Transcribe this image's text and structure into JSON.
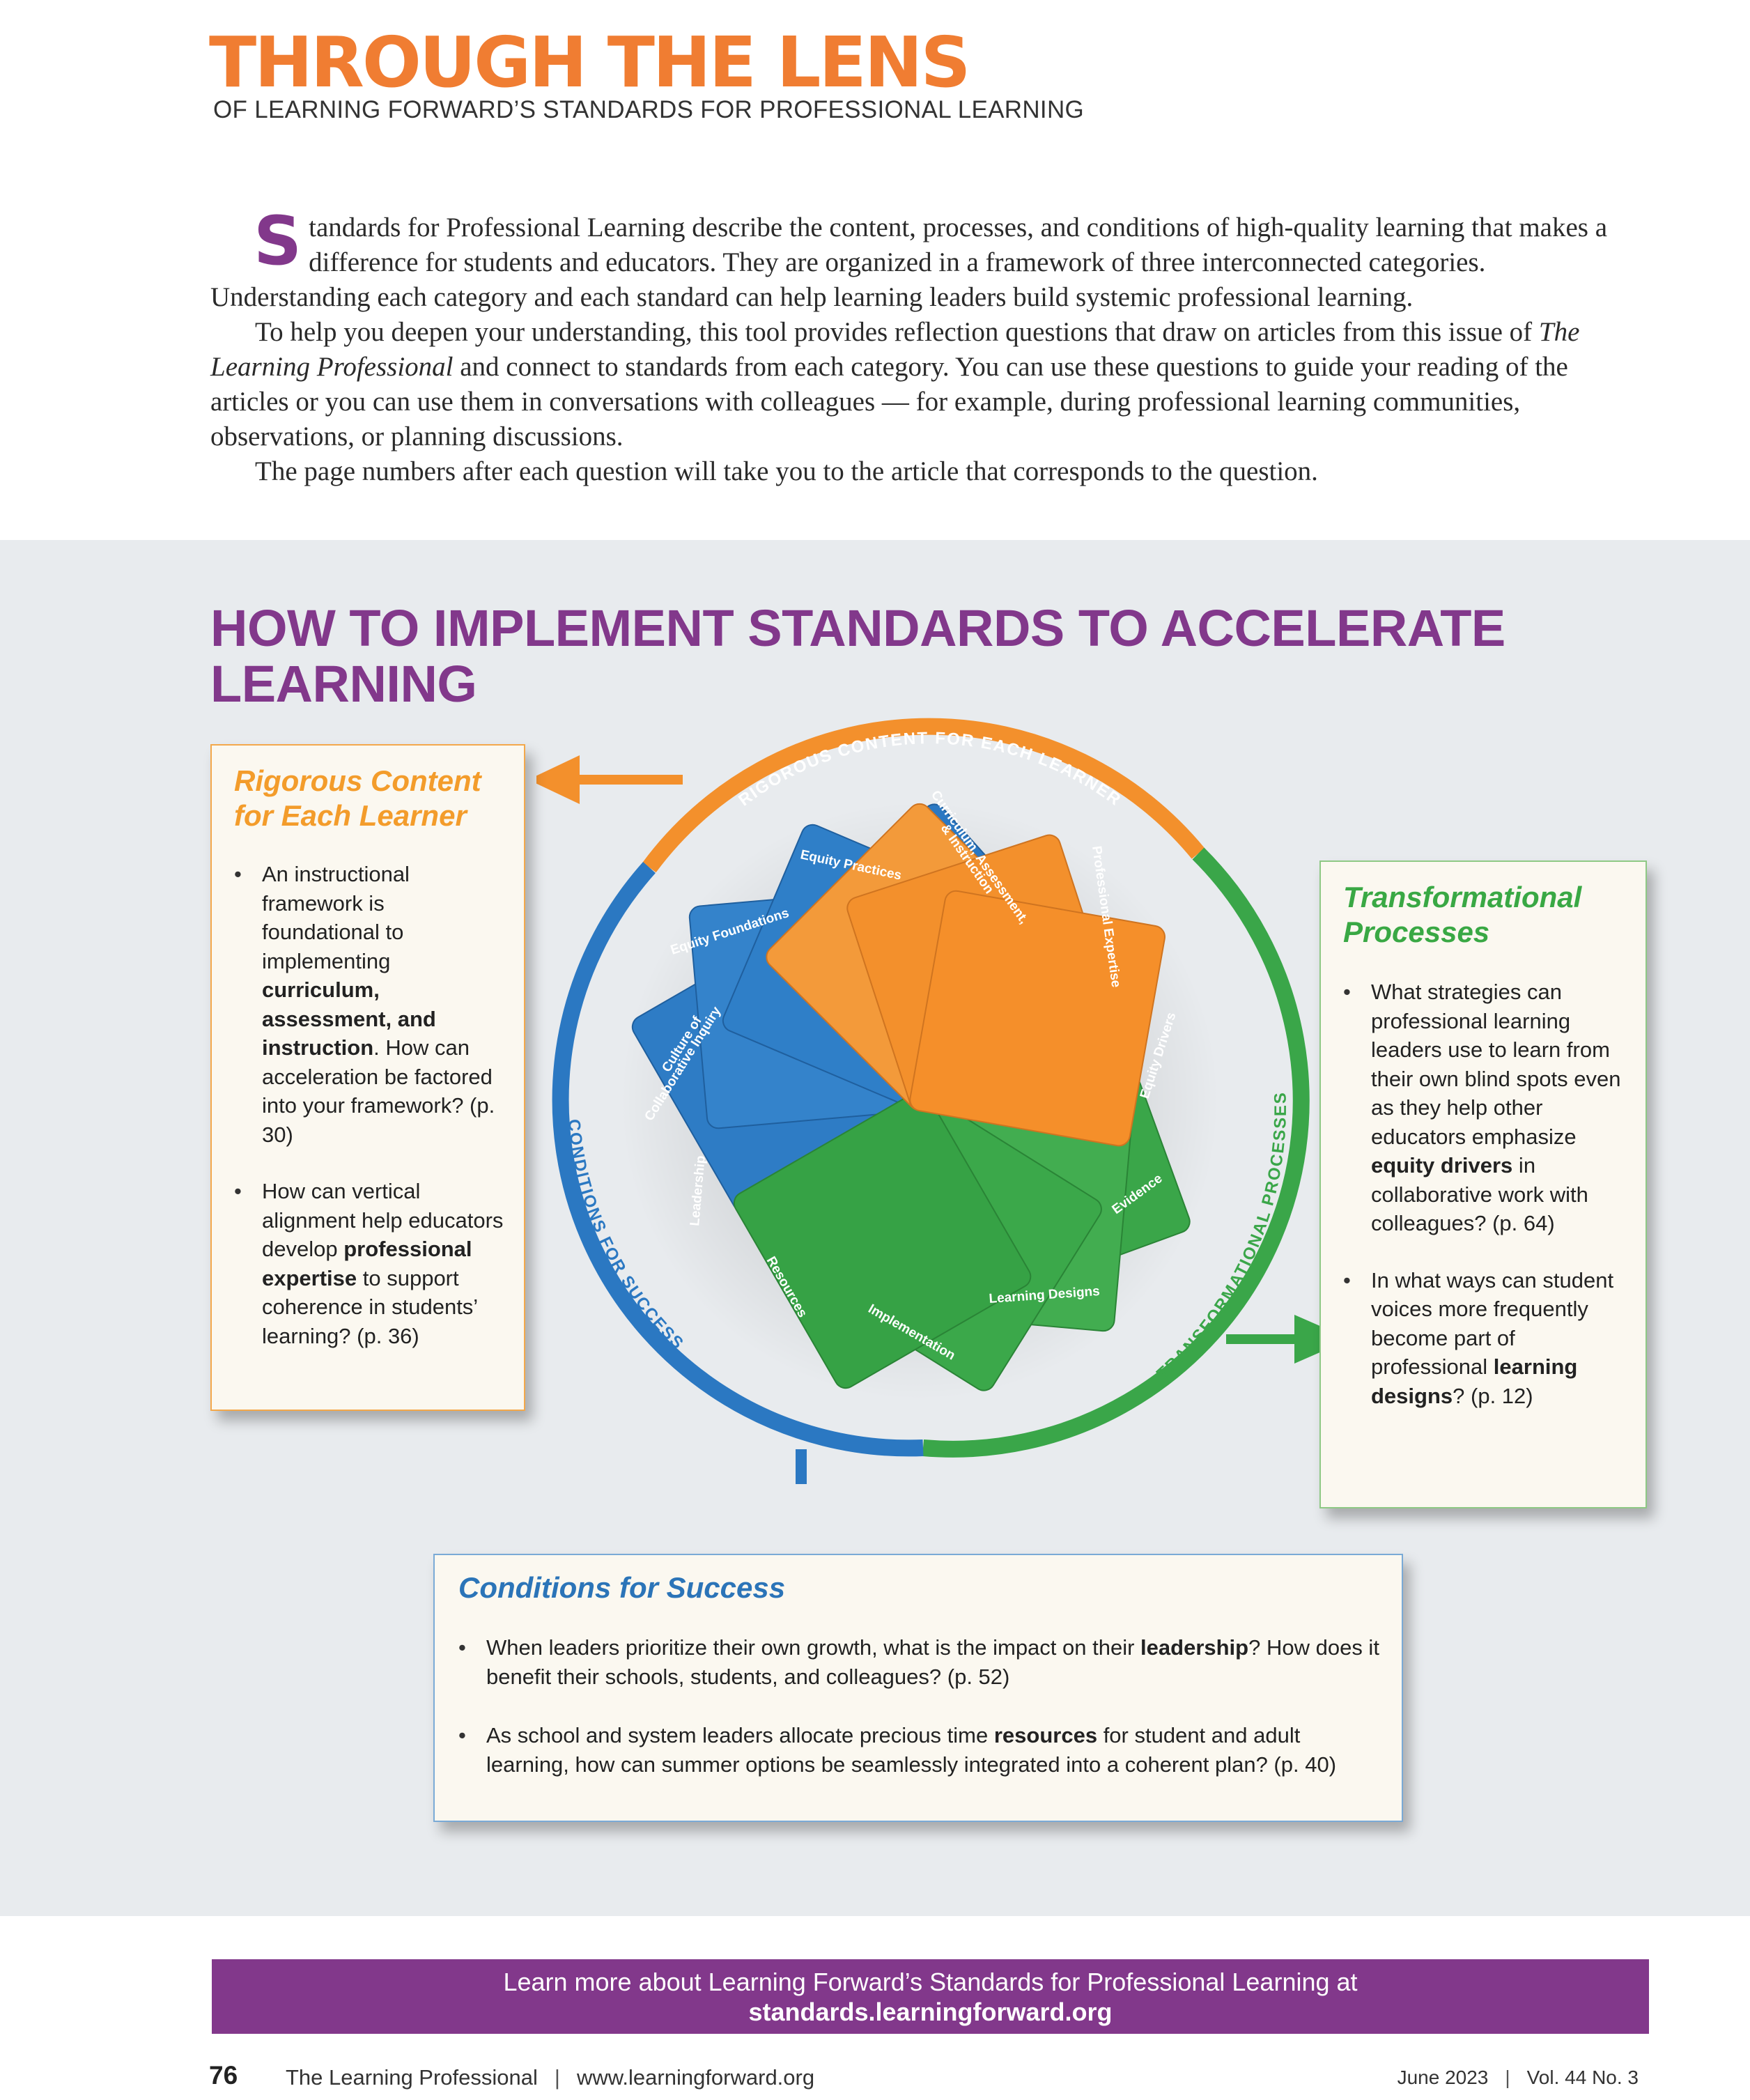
{
  "header": {
    "kicker": "THROUGH THE LENS",
    "subtitle": "OF LEARNING FORWARD’S STANDARDS FOR PROFESSIONAL LEARNING"
  },
  "intro": {
    "dropcap": "S",
    "p1": "tandards for Professional Learning describe the content, processes, and conditions of high-quality learning that makes a difference for students and educators. They are organized in a framework of three interconnected categories. Understanding each category and each standard can help learning leaders build systemic professional learning.",
    "p2_a": "To help you deepen your understanding, this tool provides reflection questions that draw on articles from this issue of ",
    "p2_em": "The Learning Professional",
    "p2_b": " and connect to standards from each category. You can use these questions to guide your reading of the articles or you can use them in conversations with colleagues — for example, during professional learning communities, observations, or planning discussions.",
    "p3": "The page numbers after each question will take you to the article that corresponds to the question."
  },
  "section_title": "HOW TO IMPLEMENT STANDARDS TO ACCELERATE LEARNING",
  "rigorous": {
    "title_line1": "Rigorous Content",
    "title_line2": "for Each Learner",
    "q1_a": "An instructional framework is foundational to implementing ",
    "q1_bold": "curriculum, assessment, and instruction",
    "q1_b": ". How can acceleration be factored into your framework? (p. 30)",
    "q2_a": "How can vertical alignment help educators develop ",
    "q2_bold": "professional expertise",
    "q2_b": " to support coherence in students’ learning? (p. 36)"
  },
  "transformational": {
    "title_line1": "Transformational",
    "title_line2": "Processes",
    "q1_a": "What strategies can professional learning leaders use to learn from their own blind spots even as they help other educators emphasize ",
    "q1_bold": "equity drivers",
    "q1_b": " in collaborative work with colleagues? (p. 64)",
    "q2_a": "In what ways can student voices more frequently become part of professional ",
    "q2_bold": "learning designs",
    "q2_b": "? (p. 12)"
  },
  "conditions": {
    "title": "Conditions for Success",
    "q1_a": "When leaders prioritize their own growth, what is the impact on their ",
    "q1_bold": "leadership",
    "q1_b": "? How does it benefit their schools, students, and colleagues? (p. 52)",
    "q2_a": "As school and system leaders allocate precious time ",
    "q2_bold": "resources",
    "q2_b": " for student and adult learning, how can summer options be seamlessly integrated into a coherent plan? (p. 40)"
  },
  "wheel": {
    "ring_labels": {
      "rigorous": "RIGOROUS CONTENT FOR EACH LEARNER",
      "transformational": "TRANSFORMATIONAL PROCESSES",
      "conditions": "CONDITIONS FOR SUCCESS"
    },
    "cards": {
      "equity_practices": "Equity Practices",
      "curriculum_1": "Curriculum, Assessment,",
      "curriculum_2": "& Instruction",
      "professional_expertise": "Professional Expertise",
      "equity_drivers": "Equity Drivers",
      "evidence": "Evidence",
      "learning_designs": "Learning Designs",
      "implementation": "Implementation",
      "resources": "Resources",
      "leadership": "Leadership",
      "culture_1": "Culture of",
      "culture_2": "Collaborative Inquiry",
      "equity_foundations": "Equity Foundations"
    },
    "colors": {
      "orange": "#f3902c",
      "green": "#3aa649",
      "blue": "#2b78c2"
    }
  },
  "footer": {
    "promo_line1": "Learn more about Learning Forward’s Standards for Professional Learning at",
    "promo_line2": "standards.learningforward.org",
    "page_number": "76",
    "publication": "The Learning Professional",
    "website": "www.learningforward.org",
    "date": "June 2023",
    "volume": "Vol. 44 No. 3"
  }
}
